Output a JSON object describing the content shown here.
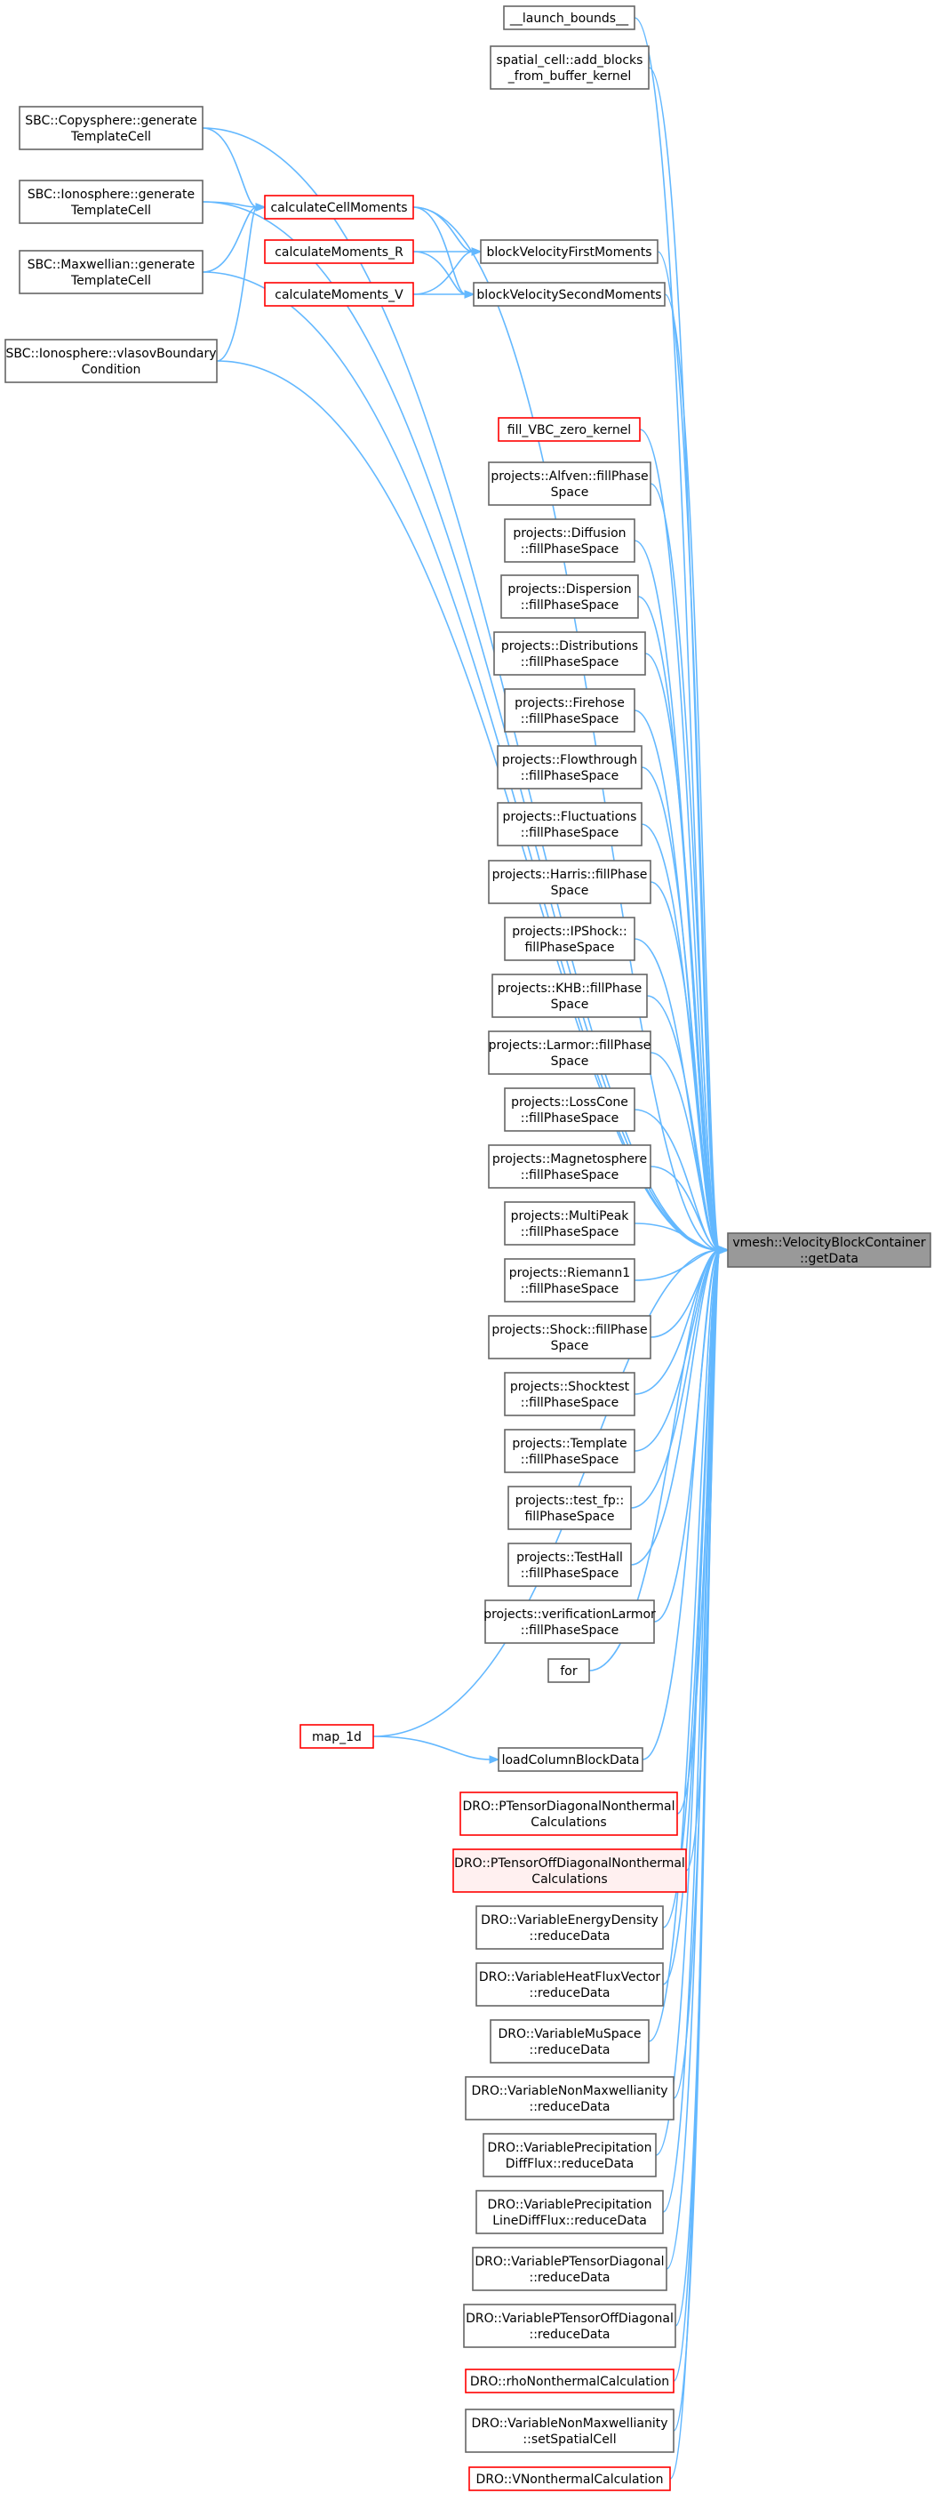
{
  "diagram": {
    "focus_node": "getData",
    "nodes": [
      {
        "id": "getData",
        "label": [
          "vmesh::VelocityBlockContainer",
          "::getData"
        ],
        "style": "focus"
      },
      {
        "id": "launch_bounds",
        "label": [
          "__launch_bounds__"
        ],
        "style": "normal"
      },
      {
        "id": "add_blocks",
        "label": [
          "spatial_cell::add_blocks",
          "_from_buffer_kernel"
        ],
        "style": "normal"
      },
      {
        "id": "copysphere",
        "label": [
          "SBC::Copysphere::generate",
          "TemplateCell"
        ],
        "style": "normal"
      },
      {
        "id": "ionosphere_gen",
        "label": [
          "SBC::Ionosphere::generate",
          "TemplateCell"
        ],
        "style": "normal"
      },
      {
        "id": "calcCellMoments",
        "label": [
          "calculateCellMoments"
        ],
        "style": "red"
      },
      {
        "id": "calcMomentsR",
        "label": [
          "calculateMoments_R"
        ],
        "style": "red"
      },
      {
        "id": "calcMomentsV",
        "label": [
          "calculateMoments_V"
        ],
        "style": "red"
      },
      {
        "id": "bvFirst",
        "label": [
          "blockVelocityFirstMoments"
        ],
        "style": "normal"
      },
      {
        "id": "bvSecond",
        "label": [
          "blockVelocitySecondMoments"
        ],
        "style": "normal"
      },
      {
        "id": "maxwellian",
        "label": [
          "SBC::Maxwellian::generate",
          "TemplateCell"
        ],
        "style": "normal"
      },
      {
        "id": "vlasovBC",
        "label": [
          "SBC::Ionosphere::vlasovBoundary",
          "Condition"
        ],
        "style": "normal"
      },
      {
        "id": "fillVBC",
        "label": [
          "fill_VBC_zero_kernel"
        ],
        "style": "red"
      },
      {
        "id": "alfven",
        "label": [
          "projects::Alfven::fillPhase",
          "Space"
        ],
        "style": "normal"
      },
      {
        "id": "diffusion",
        "label": [
          "projects::Diffusion",
          "::fillPhaseSpace"
        ],
        "style": "normal"
      },
      {
        "id": "dispersion",
        "label": [
          "projects::Dispersion",
          "::fillPhaseSpace"
        ],
        "style": "normal"
      },
      {
        "id": "distributions",
        "label": [
          "projects::Distributions",
          "::fillPhaseSpace"
        ],
        "style": "normal"
      },
      {
        "id": "firehose",
        "label": [
          "projects::Firehose",
          "::fillPhaseSpace"
        ],
        "style": "normal"
      },
      {
        "id": "flowthrough",
        "label": [
          "projects::Flowthrough",
          "::fillPhaseSpace"
        ],
        "style": "normal"
      },
      {
        "id": "fluctuations",
        "label": [
          "projects::Fluctuations",
          "::fillPhaseSpace"
        ],
        "style": "normal"
      },
      {
        "id": "harris",
        "label": [
          "projects::Harris::fillPhase",
          "Space"
        ],
        "style": "normal"
      },
      {
        "id": "ipshock",
        "label": [
          "projects::IPShock::",
          "fillPhaseSpace"
        ],
        "style": "normal"
      },
      {
        "id": "khb",
        "label": [
          "projects::KHB::fillPhase",
          "Space"
        ],
        "style": "normal"
      },
      {
        "id": "larmor",
        "label": [
          "projects::Larmor::fillPhase",
          "Space"
        ],
        "style": "normal"
      },
      {
        "id": "losscone",
        "label": [
          "projects::LossCone",
          "::fillPhaseSpace"
        ],
        "style": "normal"
      },
      {
        "id": "magnetosphere",
        "label": [
          "projects::Magnetosphere",
          "::fillPhaseSpace"
        ],
        "style": "normal"
      },
      {
        "id": "multipeak",
        "label": [
          "projects::MultiPeak",
          "::fillPhaseSpace"
        ],
        "style": "normal"
      },
      {
        "id": "riemann1",
        "label": [
          "projects::Riemann1",
          "::fillPhaseSpace"
        ],
        "style": "normal"
      },
      {
        "id": "shock",
        "label": [
          "projects::Shock::fillPhase",
          "Space"
        ],
        "style": "normal"
      },
      {
        "id": "shocktest",
        "label": [
          "projects::Shocktest",
          "::fillPhaseSpace"
        ],
        "style": "normal"
      },
      {
        "id": "template",
        "label": [
          "projects::Template",
          "::fillPhaseSpace"
        ],
        "style": "normal"
      },
      {
        "id": "testfp",
        "label": [
          "projects::test_fp::",
          "fillPhaseSpace"
        ],
        "style": "normal"
      },
      {
        "id": "testhall",
        "label": [
          "projects::TestHall",
          "::fillPhaseSpace"
        ],
        "style": "normal"
      },
      {
        "id": "verifLarmor",
        "label": [
          "projects::verificationLarmor",
          "::fillPhaseSpace"
        ],
        "style": "normal"
      },
      {
        "id": "for",
        "label": [
          "for"
        ],
        "style": "normal"
      },
      {
        "id": "map1d",
        "label": [
          "map_1d"
        ],
        "style": "red"
      },
      {
        "id": "loadColumn",
        "label": [
          "loadColumnBlockData"
        ],
        "style": "normal"
      },
      {
        "id": "ptensorDiagNT",
        "label": [
          "DRO::PTensorDiagonalNonthermal",
          "Calculations"
        ],
        "style": "red"
      },
      {
        "id": "ptensorOffDiagNT",
        "label": [
          "DRO::PTensorOffDiagonalNonthermal",
          "Calculations"
        ],
        "style": "pink"
      },
      {
        "id": "varEnergy",
        "label": [
          "DRO::VariableEnergyDensity",
          "::reduceData"
        ],
        "style": "normal"
      },
      {
        "id": "varHeatFlux",
        "label": [
          "DRO::VariableHeatFluxVector",
          "::reduceData"
        ],
        "style": "normal"
      },
      {
        "id": "varMuSpace",
        "label": [
          "DRO::VariableMuSpace",
          "::reduceData"
        ],
        "style": "normal"
      },
      {
        "id": "varNonMaxRD",
        "label": [
          "DRO::VariableNonMaxwellianity",
          "::reduceData"
        ],
        "style": "normal"
      },
      {
        "id": "varPrecipDiff",
        "label": [
          "DRO::VariablePrecipitation",
          "DiffFlux::reduceData"
        ],
        "style": "normal"
      },
      {
        "id": "varPrecipLine",
        "label": [
          "DRO::VariablePrecipitation",
          "LineDiffFlux::reduceData"
        ],
        "style": "normal"
      },
      {
        "id": "varPTDiag",
        "label": [
          "DRO::VariablePTensorDiagonal",
          "::reduceData"
        ],
        "style": "normal"
      },
      {
        "id": "varPTOffDiag",
        "label": [
          "DRO::VariablePTensorOffDiagonal",
          "::reduceData"
        ],
        "style": "normal"
      },
      {
        "id": "rhoNT",
        "label": [
          "DRO::rhoNonthermalCalculation"
        ],
        "style": "red"
      },
      {
        "id": "varNonMaxSSC",
        "label": [
          "DRO::VariableNonMaxwellianity",
          "::setSpatialCell"
        ],
        "style": "normal"
      },
      {
        "id": "vNT",
        "label": [
          "DRO::VNonthermalCalculation"
        ],
        "style": "red"
      }
    ],
    "edges": [
      [
        "launch_bounds",
        "getData"
      ],
      [
        "add_blocks",
        "getData"
      ],
      [
        "copysphere",
        "getData"
      ],
      [
        "ionosphere_gen",
        "getData"
      ],
      [
        "calcCellMoments",
        "getData"
      ],
      [
        "bvFirst",
        "getData"
      ],
      [
        "bvSecond",
        "getData"
      ],
      [
        "maxwellian",
        "getData"
      ],
      [
        "vlasovBC",
        "getData"
      ],
      [
        "fillVBC",
        "getData"
      ],
      [
        "alfven",
        "getData"
      ],
      [
        "diffusion",
        "getData"
      ],
      [
        "dispersion",
        "getData"
      ],
      [
        "distributions",
        "getData"
      ],
      [
        "firehose",
        "getData"
      ],
      [
        "flowthrough",
        "getData"
      ],
      [
        "fluctuations",
        "getData"
      ],
      [
        "harris",
        "getData"
      ],
      [
        "ipshock",
        "getData"
      ],
      [
        "khb",
        "getData"
      ],
      [
        "larmor",
        "getData"
      ],
      [
        "losscone",
        "getData"
      ],
      [
        "magnetosphere",
        "getData"
      ],
      [
        "multipeak",
        "getData"
      ],
      [
        "riemann1",
        "getData"
      ],
      [
        "shock",
        "getData"
      ],
      [
        "shocktest",
        "getData"
      ],
      [
        "template",
        "getData"
      ],
      [
        "testfp",
        "getData"
      ],
      [
        "testhall",
        "getData"
      ],
      [
        "verifLarmor",
        "getData"
      ],
      [
        "for",
        "getData"
      ],
      [
        "map1d",
        "getData"
      ],
      [
        "loadColumn",
        "getData"
      ],
      [
        "ptensorDiagNT",
        "getData"
      ],
      [
        "ptensorOffDiagNT",
        "getData"
      ],
      [
        "varEnergy",
        "getData"
      ],
      [
        "varHeatFlux",
        "getData"
      ],
      [
        "varMuSpace",
        "getData"
      ],
      [
        "varNonMaxRD",
        "getData"
      ],
      [
        "varPrecipDiff",
        "getData"
      ],
      [
        "varPrecipLine",
        "getData"
      ],
      [
        "varPTDiag",
        "getData"
      ],
      [
        "varPTOffDiag",
        "getData"
      ],
      [
        "rhoNT",
        "getData"
      ],
      [
        "varNonMaxSSC",
        "getData"
      ],
      [
        "vNT",
        "getData"
      ],
      [
        "copysphere",
        "calcCellMoments"
      ],
      [
        "ionosphere_gen",
        "calcCellMoments"
      ],
      [
        "maxwellian",
        "calcCellMoments"
      ],
      [
        "vlasovBC",
        "calcCellMoments"
      ],
      [
        "calcCellMoments",
        "bvFirst"
      ],
      [
        "calcCellMoments",
        "bvSecond"
      ],
      [
        "calcMomentsR",
        "bvFirst"
      ],
      [
        "calcMomentsR",
        "bvSecond"
      ],
      [
        "calcMomentsV",
        "bvFirst"
      ],
      [
        "calcMomentsV",
        "bvSecond"
      ],
      [
        "map1d",
        "loadColumn"
      ]
    ],
    "colors": {
      "edge": "#63b8ff",
      "node_border": "#666666",
      "node_border_red": "#ff0000",
      "node_fill_pink": "#fff0f0",
      "focus_fill": "#999999"
    }
  }
}
